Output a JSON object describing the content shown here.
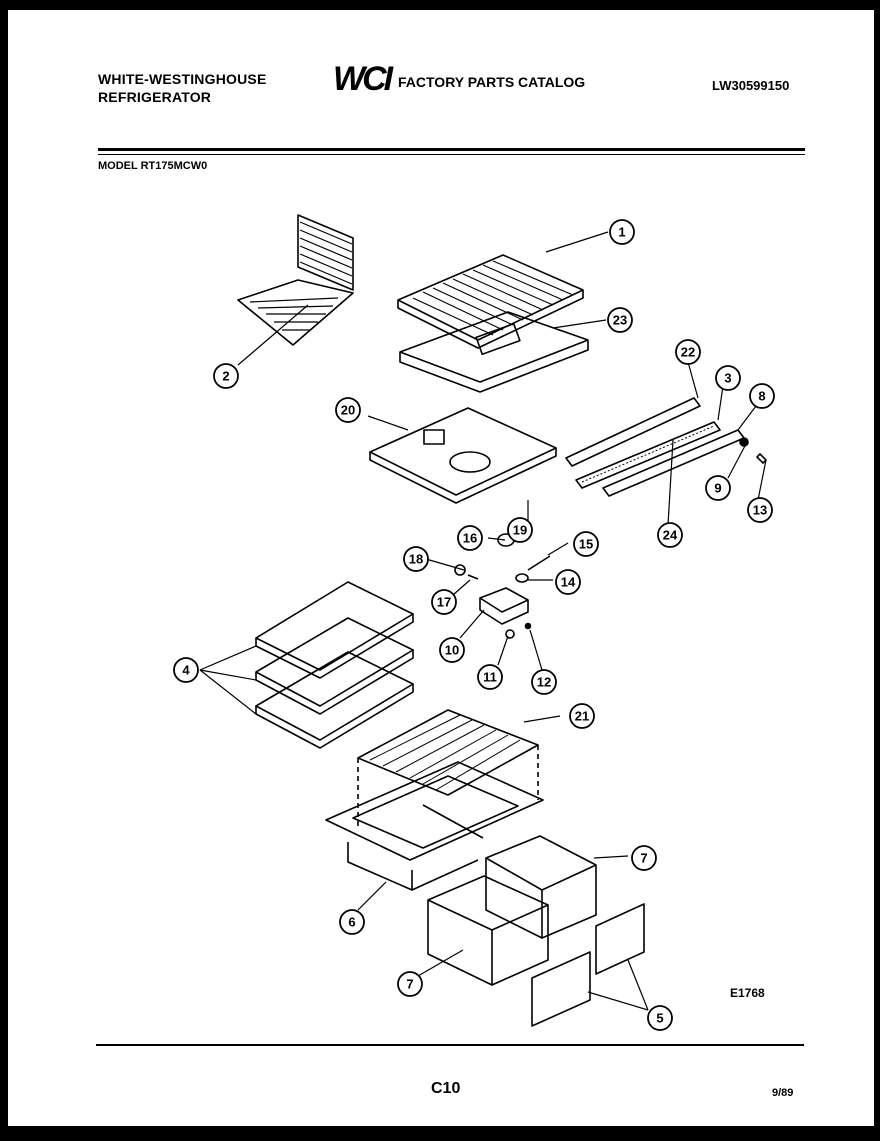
{
  "header": {
    "brand_line1": "WHITE-WESTINGHOUSE",
    "brand_line2": "REFRIGERATOR",
    "logo": "WCI",
    "catalog_title": "FACTORY PARTS CATALOG",
    "doc_number": "LW30599150",
    "model": "MODEL RT175MCW0"
  },
  "figure": {
    "code": "E1768"
  },
  "callouts": [
    "1",
    "2",
    "3",
    "4",
    "5",
    "6",
    "7",
    "7",
    "8",
    "9",
    "10",
    "11",
    "12",
    "13",
    "14",
    "15",
    "16",
    "17",
    "18",
    "19",
    "20",
    "21",
    "22",
    "23",
    "24"
  ],
  "footer": {
    "page": "C10",
    "date": "9/89"
  }
}
